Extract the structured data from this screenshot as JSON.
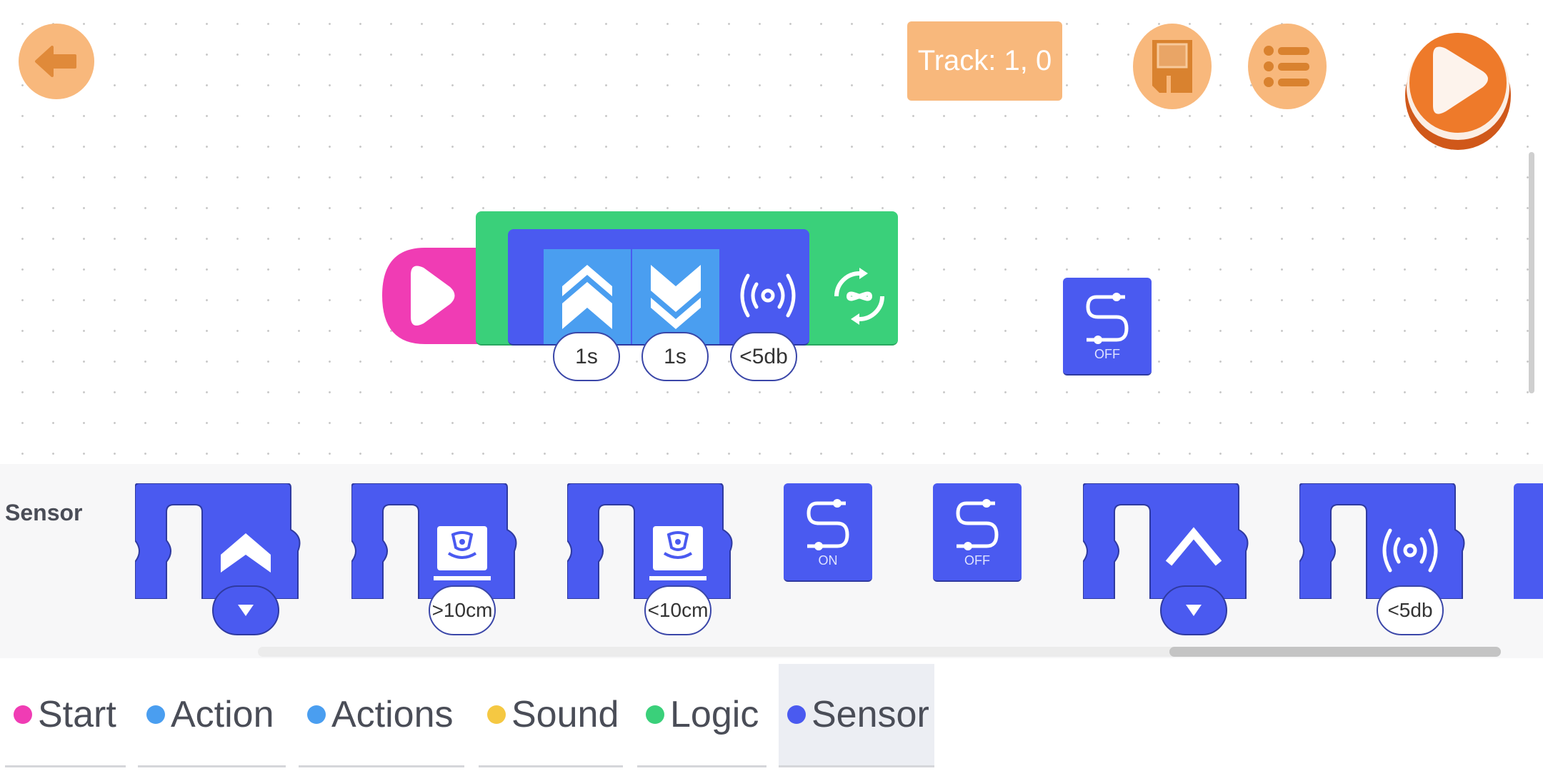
{
  "toolbar": {
    "back_icon": "arrow-left-icon",
    "track_label": "Track: 1, 0",
    "save_icon": "floppy-disk-icon",
    "menu_icon": "list-icon",
    "run_icon": "play-icon"
  },
  "program": {
    "blocks": [
      {
        "type": "start",
        "icon": "play-icon",
        "color": "#f03cb4"
      },
      {
        "type": "loop",
        "icon": "infinity-loop-icon",
        "color": "#3ad07a"
      },
      {
        "type": "sensor-wait",
        "color": "#4a5af0"
      },
      {
        "type": "move-forward",
        "icon": "double-chevron-up-icon",
        "param": "1s",
        "color": "#4a9ef0"
      },
      {
        "type": "move-backward",
        "icon": "double-chevron-down-icon",
        "param": "1s",
        "color": "#4a9ef0"
      },
      {
        "type": "sound-sensor",
        "icon": "sound-wave-icon",
        "param": "<5db",
        "color": "#4a5af0"
      }
    ],
    "loose_block": {
      "label": "OFF",
      "icon": "switch-path-icon"
    }
  },
  "palette": {
    "title": "Sensor",
    "blocks": [
      {
        "icon": "chevron-up-bold-icon",
        "param": "",
        "dropdown": true
      },
      {
        "icon": "ultrasonic-icon",
        "param": ">10cm"
      },
      {
        "icon": "ultrasonic-icon",
        "param": "<10cm"
      },
      {
        "icon": "switch-path-icon",
        "label": "ON"
      },
      {
        "icon": "switch-path-icon",
        "label": "OFF"
      },
      {
        "icon": "chevron-up-icon",
        "param": "",
        "dropdown": true
      },
      {
        "icon": "sound-wave-icon",
        "param": "<5db"
      }
    ]
  },
  "tabs": [
    {
      "label": "Start",
      "color": "#f03cb4"
    },
    {
      "label": "Action",
      "color": "#4a9ef0"
    },
    {
      "label": "Actions",
      "color": "#4a9ef0"
    },
    {
      "label": "Sound",
      "color": "#f5c842"
    },
    {
      "label": "Logic",
      "color": "#3ad07a"
    },
    {
      "label": "Sensor",
      "color": "#4a5af0",
      "selected": true
    }
  ]
}
